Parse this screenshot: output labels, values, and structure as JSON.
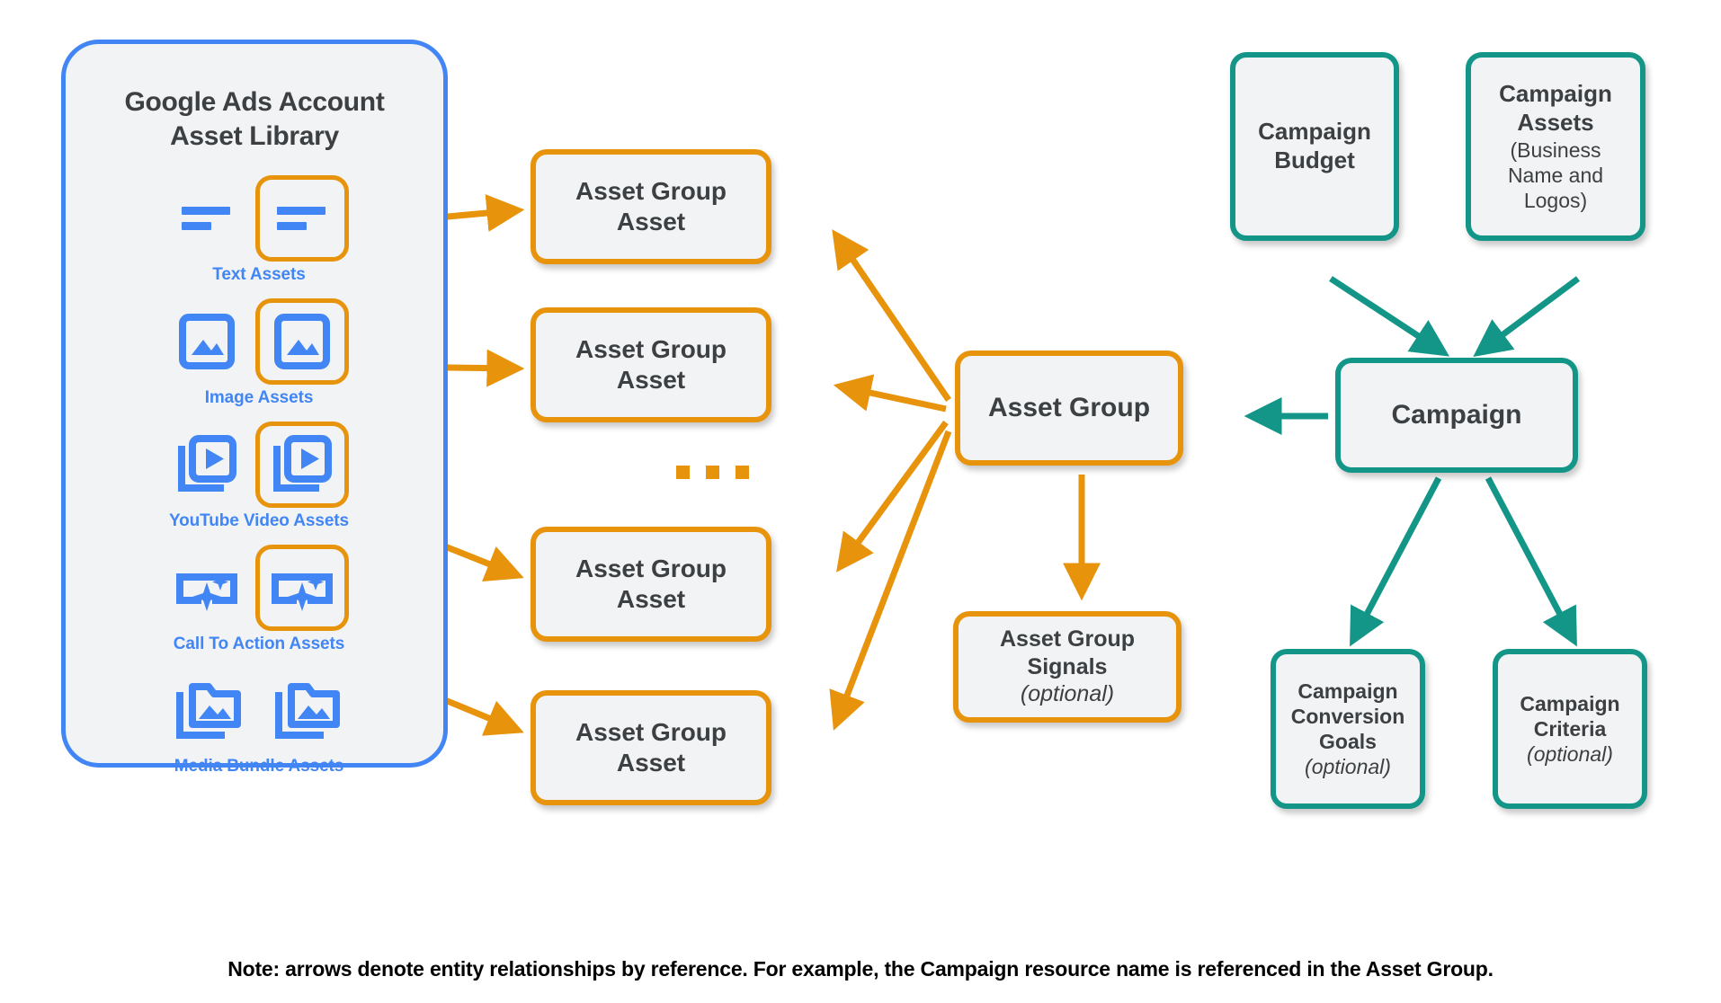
{
  "library": {
    "title": "Google Ads Account\nAsset Library",
    "border_color": "#4285F4",
    "items": [
      {
        "label": "Text Assets",
        "icon": "text-asset-icon",
        "highlighted": true
      },
      {
        "label": "Image Assets",
        "icon": "image-asset-icon",
        "highlighted": true
      },
      {
        "label": "YouTube Video  Assets",
        "icon": "video-asset-icon",
        "highlighted": true
      },
      {
        "label": "Call To Action Assets",
        "icon": "call-to-action-asset-icon",
        "highlighted": true
      },
      {
        "label": "Media Bundle  Assets",
        "icon": "media-bundle-asset-icon",
        "highlighted": false
      }
    ]
  },
  "asset_group_assets": [
    {
      "label": "Asset Group\nAsset"
    },
    {
      "label": "Asset Group\nAsset"
    },
    {
      "label": "Asset Group\nAsset"
    },
    {
      "label": "Asset Group\nAsset"
    }
  ],
  "ellipsis": "...",
  "nodes": {
    "asset_group": {
      "label": "Asset Group"
    },
    "asset_group_signals": {
      "label": "Asset Group\nSignals",
      "sub": "(optional)"
    },
    "campaign": {
      "label": "Campaign"
    },
    "campaign_budget": {
      "label": "Campaign\nBudget"
    },
    "campaign_assets": {
      "label": "Campaign\nAssets",
      "sub": "(Business\nName and\nLogos)"
    },
    "campaign_conversion_goals": {
      "label": "Campaign\nConversion\nGoals",
      "sub": "(optional)"
    },
    "campaign_criteria": {
      "label": "Campaign\nCriteria",
      "sub": "(optional)"
    }
  },
  "footer": {
    "note": "Note: arrows denote entity relationships by reference. For example, the Campaign resource name is referenced in the Asset Group."
  },
  "colors": {
    "orange": "#E8930C",
    "teal": "#139688",
    "blue": "#4285F4",
    "node_fill": "#f1f3f4",
    "text": "#3c4043"
  }
}
